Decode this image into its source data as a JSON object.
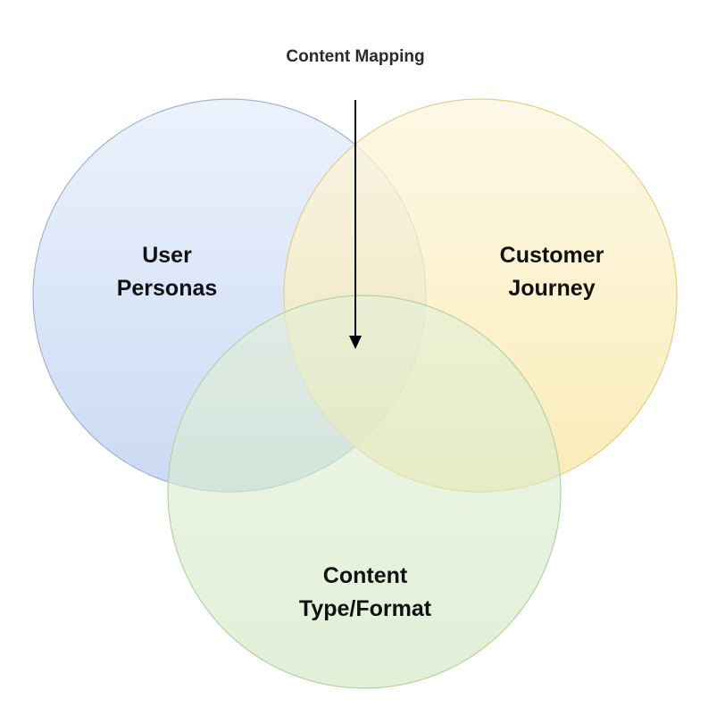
{
  "diagram": {
    "type": "venn",
    "annotation": "Content Mapping",
    "sets": [
      {
        "id": "user-personas",
        "lines": [
          "User",
          "Personas"
        ],
        "color_top": "#e8f0fc",
        "color_bottom": "#c6d6f2",
        "stroke": "#9fb4d6"
      },
      {
        "id": "customer-journey",
        "lines": [
          "Customer",
          "Journey"
        ],
        "color_top": "#fdf5dc",
        "color_bottom": "#f9e7a4",
        "stroke": "#e2cf8c"
      },
      {
        "id": "content-type-format",
        "lines": [
          "Content",
          "Type/Format"
        ],
        "color_top": "#e2f0d8",
        "color_bottom": "#cfe6c0",
        "stroke": "#b5d3a2"
      }
    ],
    "arrow_color": "#000000"
  }
}
